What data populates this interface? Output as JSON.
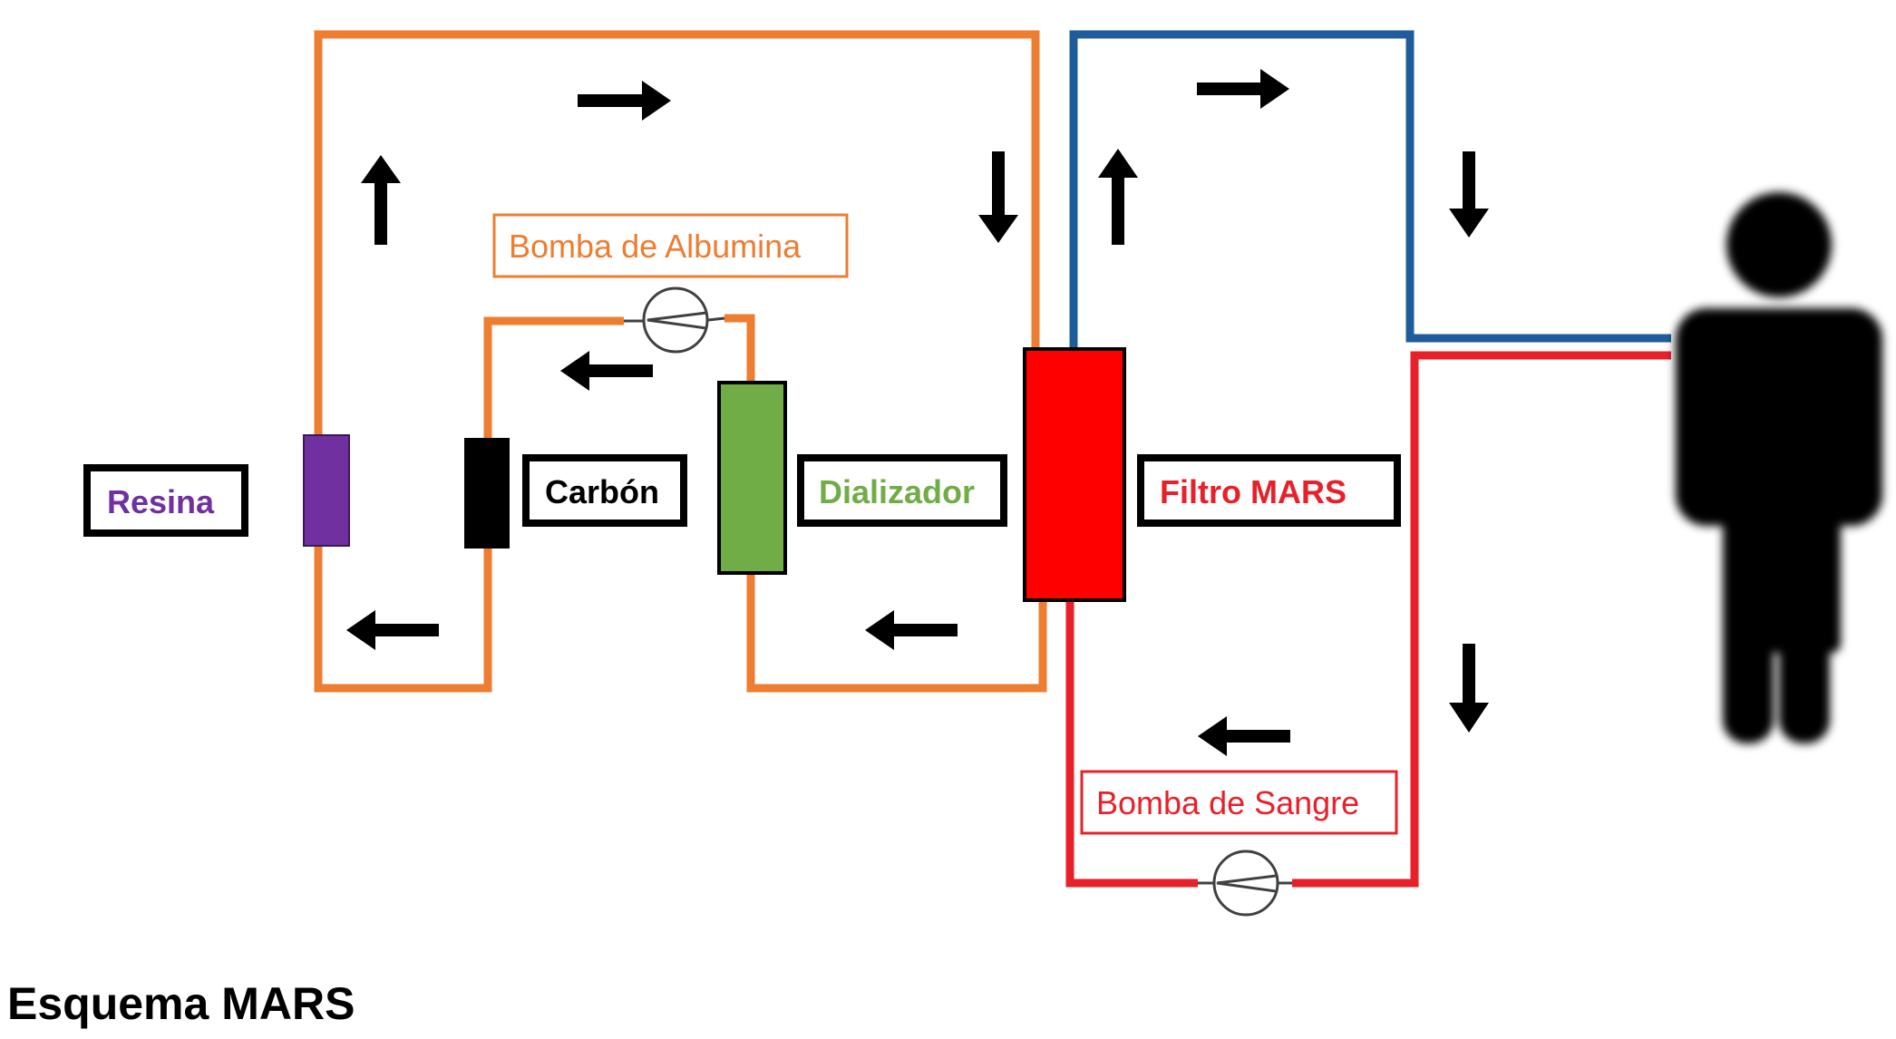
{
  "diagram": {
    "caption": "Esquema MARS",
    "labels": {
      "resina": "Resina",
      "carbon": "Carbón",
      "dializador": "Dializador",
      "filtro": "Filtro MARS",
      "bomba_albumina": "Bomba de Albumina",
      "bomba_sangre": "Bomba de Sangre"
    },
    "colors": {
      "albumin_circuit": "#ED7D31",
      "venous_line": "#1F5C99",
      "arterial_line": "#E8202A",
      "resina": "#7030A0",
      "carbon": "#000000",
      "dializador": "#70AD47",
      "filtro": "#FF0000",
      "label_resina": "#7030A0",
      "label_dializador": "#70AD47",
      "label_filtro": "#E8202A",
      "label_bomba_albumina": "#ED7D31",
      "label_bomba_sangre": "#E8202A"
    },
    "icons": [
      "flow-arrow-icon",
      "pump-icon",
      "person-silhouette-icon"
    ]
  }
}
